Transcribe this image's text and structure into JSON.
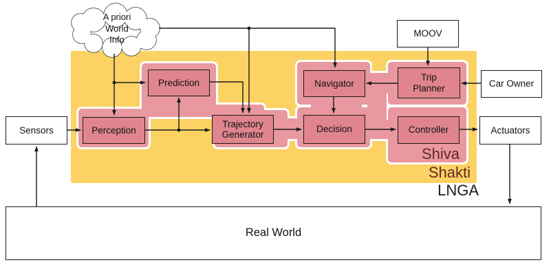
{
  "cloud": {
    "label": "A priori\nWorld\nInfo"
  },
  "io_boxes": {
    "sensors": "Sensors",
    "actuators": "Actuators",
    "moov": "MOOV",
    "car_owner": "Car Owner",
    "real_world": "Real World"
  },
  "modules": {
    "perception": "Perception",
    "prediction": "Prediction",
    "trajectory_generator": "Trajectory\nGenerator",
    "navigator": "Navigator",
    "decision": "Decision",
    "controller": "Controller",
    "trip_planner": "Trip\nPlanner"
  },
  "layers": {
    "shiva": "Shiva",
    "shakti": "Shakti",
    "lnga": "LNGA"
  },
  "colors": {
    "yellow_region": "#fbd263",
    "module_region_pink": "#e9989f",
    "module_box_pink": "#e0858e",
    "layer_label_red": "#5f2a24",
    "line_black": "#1a1a1a"
  }
}
